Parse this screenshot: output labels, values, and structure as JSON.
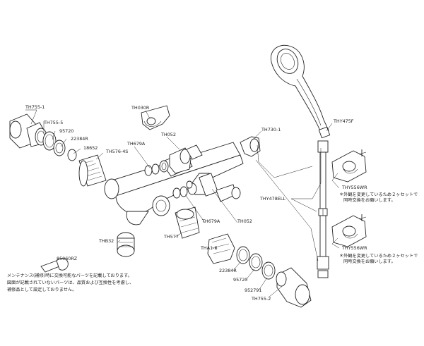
{
  "parts": [
    {
      "key": "th755_1",
      "label": "TH755-1"
    },
    {
      "key": "th755_5",
      "label": "TH755-5"
    },
    {
      "key": "p95720_t",
      "label": "95720"
    },
    {
      "key": "p22384r_t",
      "label": "22384R"
    },
    {
      "key": "p18652",
      "label": "18652"
    },
    {
      "key": "th576_4s",
      "label": "TH576-4S"
    },
    {
      "key": "th030r",
      "label": "TH030R"
    },
    {
      "key": "th679a_t",
      "label": "TH679A"
    },
    {
      "key": "th052_t",
      "label": "TH052"
    },
    {
      "key": "th730_1",
      "label": "TH730-1"
    },
    {
      "key": "thy475f",
      "label": "THY475F"
    },
    {
      "key": "thy478ell",
      "label": "THY478ELL"
    },
    {
      "key": "th679a_b",
      "label": "TH679A"
    },
    {
      "key": "th052_b",
      "label": "TH052"
    },
    {
      "key": "th577",
      "label": "TH577"
    },
    {
      "key": "thb32",
      "label": "THB32"
    },
    {
      "key": "tha1_6",
      "label": "THA1-6"
    },
    {
      "key": "p22384r_b",
      "label": "22384R"
    },
    {
      "key": "p95720_b",
      "label": "95720"
    },
    {
      "key": "p952791",
      "label": "952791"
    },
    {
      "key": "th755_2",
      "label": "TH755-2"
    },
    {
      "key": "p85060rz",
      "label": "85060RZ"
    },
    {
      "key": "thy556wr_1",
      "label": "THY556WR"
    },
    {
      "key": "thy556wr_2",
      "label": "THY556WR"
    }
  ],
  "bracket_notes": {
    "upper": [
      "＊外観を変更しているため２ヶセットで",
      "同時交換をお願いします。"
    ],
    "lower": [
      "＊外観を変更しているため２ヶセットで",
      "同時交換をお願いします。"
    ]
  },
  "footnote": [
    "メンテナンス(補修)時に交換可能なパーツを記載しております。",
    "図面が記載されていないパーツは、品質および互換性を考慮し、",
    "補修品として設定しておりません。"
  ]
}
